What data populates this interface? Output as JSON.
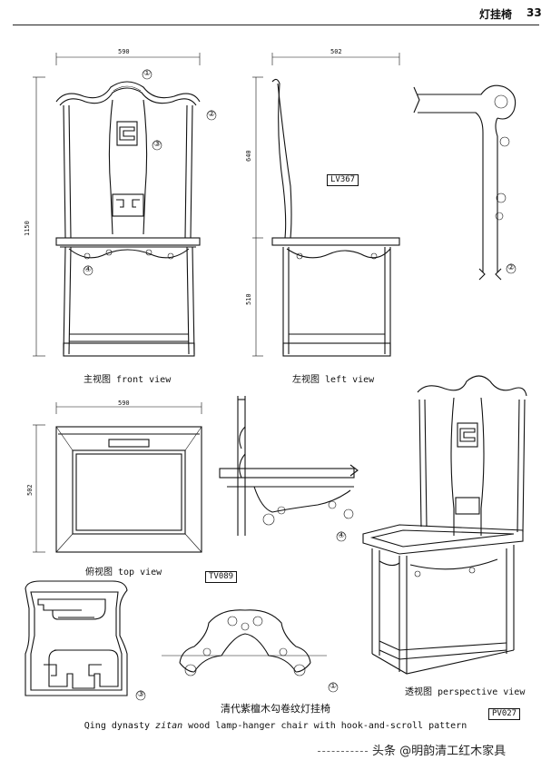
{
  "header": {
    "title": "灯挂椅",
    "page": "33"
  },
  "views": {
    "front": {
      "caption": "主视图   front view",
      "width_dim": "590",
      "height_dim": "1150"
    },
    "left": {
      "caption": "左视图   left view",
      "depth_dim": "502",
      "upper_dim": "640",
      "seat_dim": "510",
      "code": "LV367"
    },
    "top": {
      "caption": "俯视图   top view",
      "width_dim": "590",
      "depth_dim": "502",
      "code": "TV089"
    },
    "perspective": {
      "caption": "透视图  perspective view",
      "code": "PV027"
    }
  },
  "callouts": [
    "①",
    "②",
    "③",
    "④"
  ],
  "title_cn": "清代紫檀木勾卷纹灯挂椅",
  "title_en": {
    "prefix": "Qing dynasty ",
    "material": "zitan",
    "suffix": " wood lamp-hanger chair with hook-and-scroll pattern"
  },
  "watermark": "头条 @明韵清工红木家具"
}
